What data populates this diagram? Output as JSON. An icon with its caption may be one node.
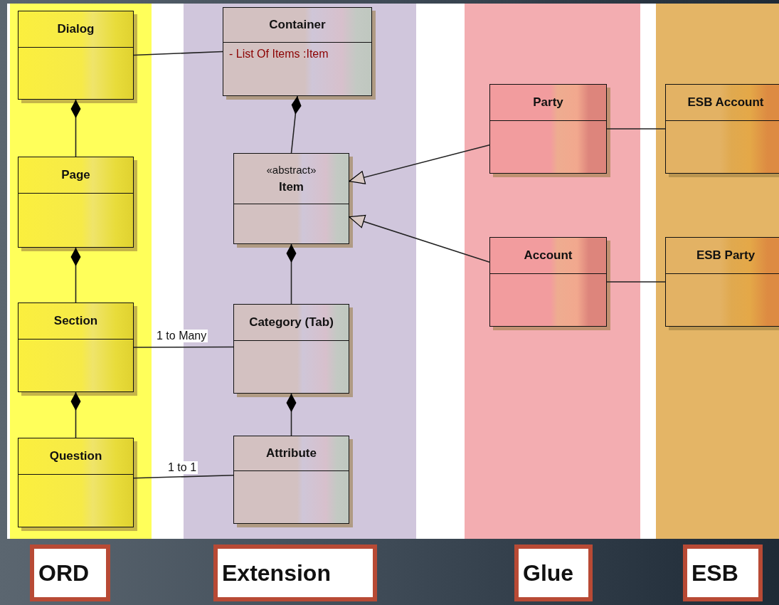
{
  "diagram": {
    "nodes": [
      {
        "text": [
          "ORD"
        ]
      },
      {
        "text": [
          "Dialog"
        ],
        "in": 0
      },
      {
        "text": [
          "Page"
        ],
        "in": 0
      },
      {
        "text": [
          "Section"
        ],
        "in": 0
      },
      {
        "text": [
          "Question"
        ],
        "in": 0
      },
      {
        "text": [
          "Extension"
        ]
      },
      {
        "text": [
          "Container",
          "- List Of Items :Item"
        ],
        "in": 5
      },
      {
        "text": [
          "«abstract»",
          "Item"
        ],
        "in": 5
      },
      {
        "text": [
          "Category (Tab)"
        ],
        "in": 5
      },
      {
        "text": [
          "Attribute"
        ],
        "in": 5
      },
      {
        "text": [
          "Glue"
        ]
      },
      {
        "text": [
          "Party"
        ],
        "in": 10
      },
      {
        "text": [
          "Account"
        ],
        "in": 10
      },
      {
        "text": [
          "ESB"
        ]
      },
      {
        "text": [
          "ESB Account"
        ],
        "in": 13
      },
      {
        "text": [
          "ESB Party"
        ],
        "in": 13
      }
    ],
    "edges": [
      {
        "from": 1,
        "to": 6,
        "arrow": "none"
      },
      {
        "from": 1,
        "to": 2,
        "arrow": "other"
      },
      {
        "from": 2,
        "to": 3,
        "arrow": "other"
      },
      {
        "from": 3,
        "to": 4,
        "arrow": "other"
      },
      {
        "from": 6,
        "to": 7,
        "arrow": "other"
      },
      {
        "from": 7,
        "to": 8,
        "arrow": "other"
      },
      {
        "from": 8,
        "to": 9,
        "arrow": "other"
      },
      {
        "from": 3,
        "to": 8,
        "arrow": "none",
        "label": "1 to Many"
      },
      {
        "from": 4,
        "to": 9,
        "arrow": "none",
        "label": "1 to 1"
      },
      {
        "from": 11,
        "to": 7,
        "arrow": "to"
      },
      {
        "from": 12,
        "to": 7,
        "arrow": "to"
      },
      {
        "from": 11,
        "to": 14,
        "arrow": "none"
      },
      {
        "from": 12,
        "to": 15,
        "arrow": "none"
      }
    ]
  }
}
